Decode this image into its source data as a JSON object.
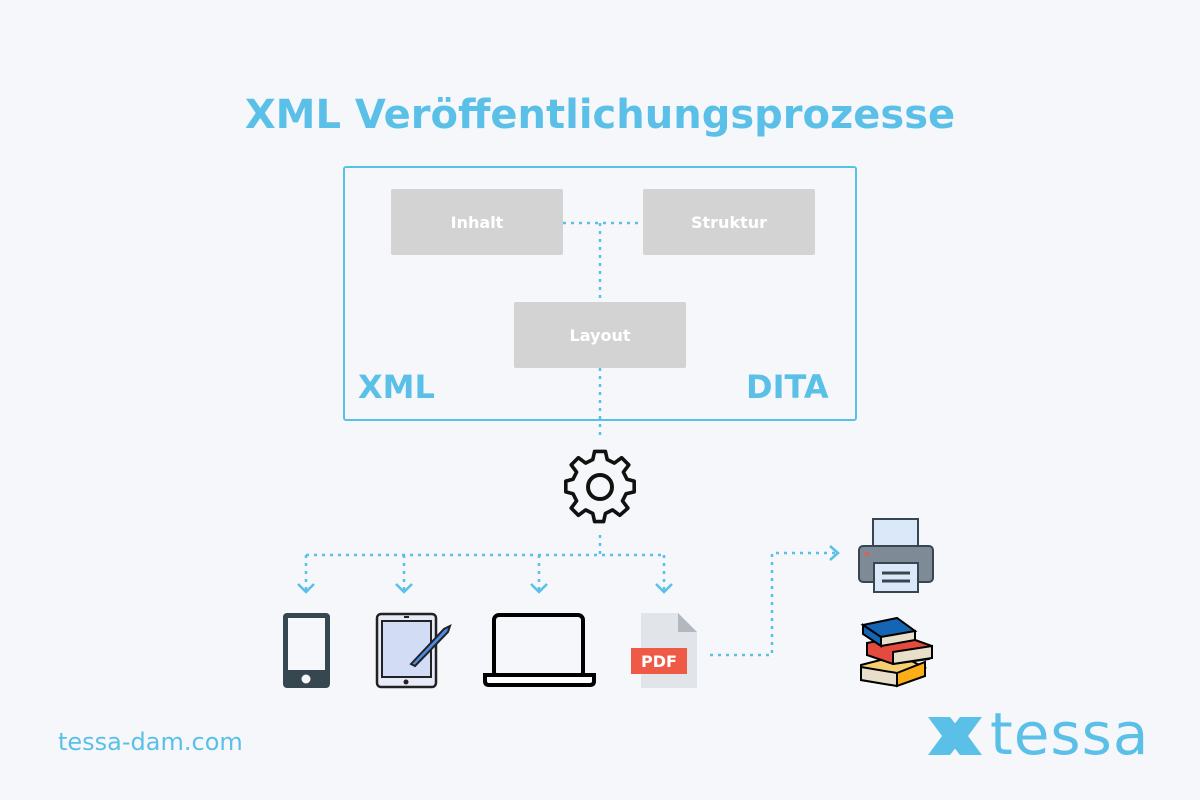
{
  "title": "XML Veröffentlichungsprozesse",
  "boxes": {
    "content": "Inhalt",
    "structure": "Struktur",
    "layout": "Layout"
  },
  "tags": {
    "left": "XML",
    "right": "DITA"
  },
  "pdf_label": "PDF",
  "footer_url": "tessa-dam.com",
  "logo_text": "tessa",
  "colors": {
    "accent": "#5bc0e8",
    "box": "#d3d3d3",
    "background": "#f5f7fa",
    "pdf": "#ef5a47"
  }
}
